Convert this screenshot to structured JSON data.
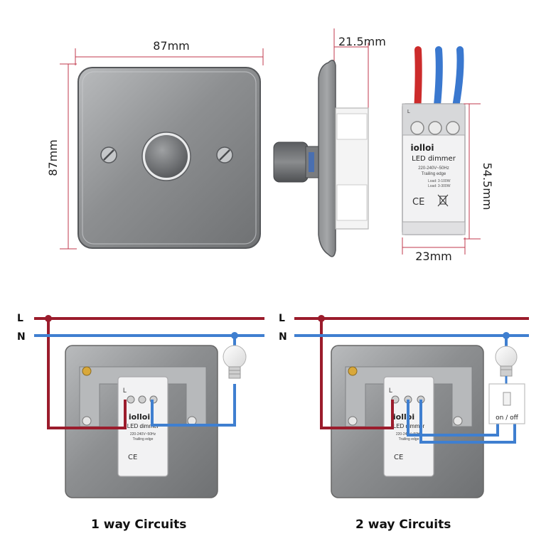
{
  "dimensions": {
    "plate_width": "87mm",
    "plate_height": "87mm",
    "depth": "21.5mm",
    "module_height": "54.5mm",
    "module_width": "23mm"
  },
  "module": {
    "brand": "iolloi",
    "product": "LED dimmer",
    "rating": "220-240V~50Hz",
    "edge": "Trailing edge",
    "load_led": "Load: 3-100W",
    "load_halogen": "Load: 3-300W",
    "terminal_l": "L",
    "ce_mark": "CE"
  },
  "circuit": {
    "live_label": "L",
    "neutral_label": "N",
    "switch_label": "on / off"
  },
  "captions": {
    "one_way": "1 way Circuits",
    "two_way": "2 way Circuits"
  },
  "colors": {
    "live": "#9b1c2c",
    "neutral": "#3f7fd0",
    "steel": "#9a9c9e"
  }
}
